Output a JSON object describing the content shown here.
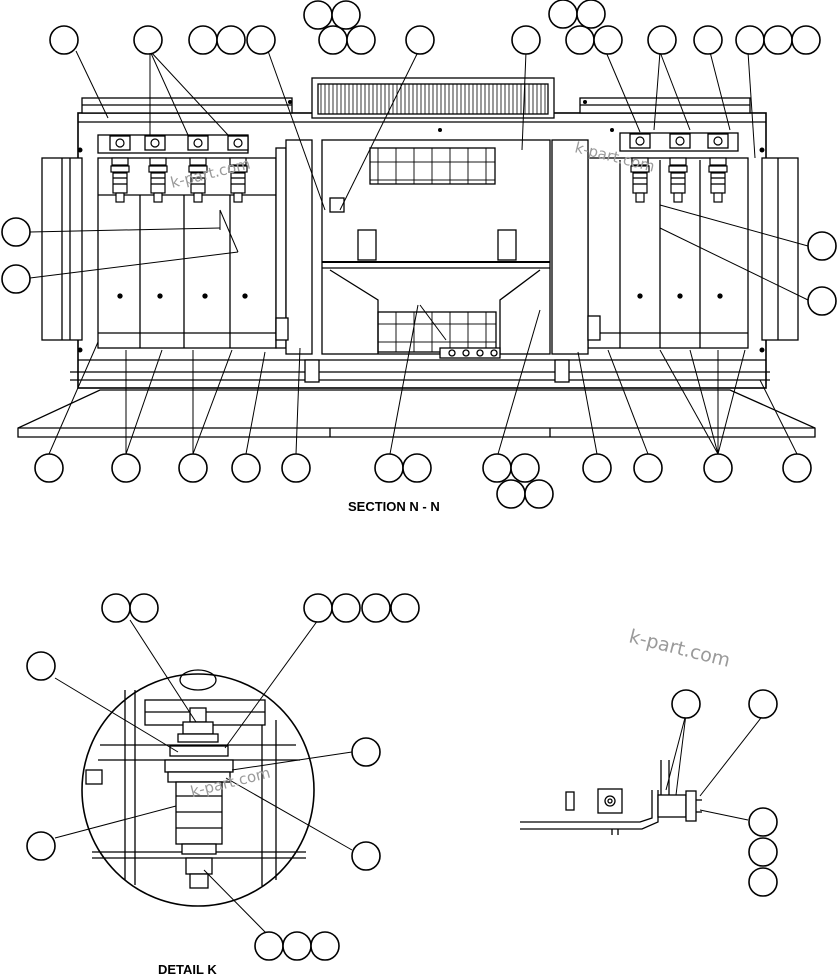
{
  "captions": {
    "section": "SECTION N - N",
    "detail": "DETAIL K"
  },
  "watermark": {
    "text": "k-part.com",
    "color": "#9a9a9a"
  },
  "colors": {
    "ink": "#000000",
    "paper": "#ffffff"
  }
}
